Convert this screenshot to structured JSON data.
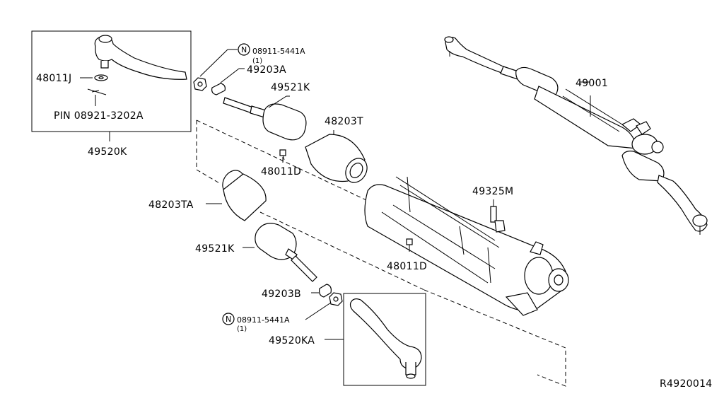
{
  "labels": {
    "tie_rod_end_left": "49520K",
    "tie_rod_end_right": "49520KA",
    "lock_nut_top": "48011J",
    "pin": "PIN 08921-3202A",
    "nut_top_code": "08911-5441A",
    "nut_top_qty": "(1)",
    "nut_bottom_code": "08911-5441A",
    "nut_bottom_qty": "(1)",
    "nut_symbol": "N",
    "spacer_a": "49203A",
    "spacer_b": "49203B",
    "inner_socket_top": "49521K",
    "inner_socket_bottom": "49521K",
    "boot_t": "48203T",
    "boot_ta": "48203TA",
    "clip_top": "48011D",
    "clip_mid": "48011D",
    "gear_assy": "49001",
    "sensor": "49325M",
    "ref_code": "R4920014"
  }
}
